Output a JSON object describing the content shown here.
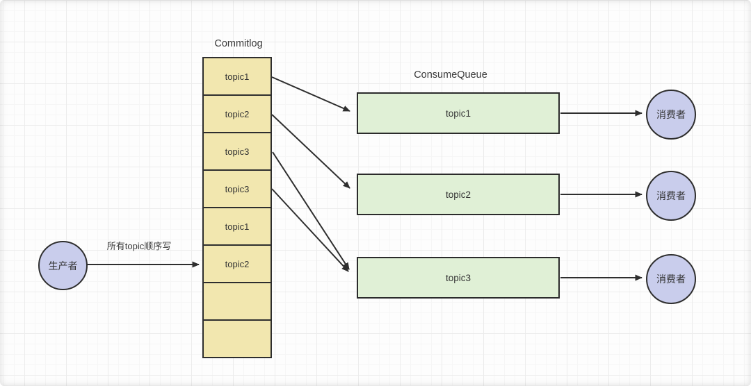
{
  "diagram": {
    "producer": {
      "label": "生产者"
    },
    "producer_arrow": {
      "label": "所有topic顺序写"
    },
    "commitlog": {
      "title": "Commitlog",
      "cells": [
        "topic1",
        "topic2",
        "topic3",
        "topic3",
        "topic1",
        "topic2",
        "",
        ""
      ]
    },
    "consume_queue": {
      "title": "ConsumeQueue",
      "queues": [
        {
          "label": "topic1"
        },
        {
          "label": "topic2"
        },
        {
          "label": "topic3"
        }
      ]
    },
    "consumers": [
      {
        "label": "消费者"
      },
      {
        "label": "消费者"
      },
      {
        "label": "消费者"
      }
    ],
    "edges": [
      {
        "from": "producer",
        "to": "commitlog-cell-6",
        "label": "所有topic顺序写"
      },
      {
        "from": "commitlog-cell-1-topic1",
        "to": "consume-queue-topic1",
        "label": ""
      },
      {
        "from": "commitlog-cell-2-topic2",
        "to": "consume-queue-topic2",
        "label": ""
      },
      {
        "from": "commitlog-cell-3-topic3",
        "to": "consume-queue-topic3",
        "label": ""
      },
      {
        "from": "commitlog-cell-4-topic3",
        "to": "consume-queue-topic3",
        "label": ""
      },
      {
        "from": "consume-queue-topic1",
        "to": "consumer-1",
        "label": ""
      },
      {
        "from": "consume-queue-topic2",
        "to": "consumer-2",
        "label": ""
      },
      {
        "from": "consume-queue-topic3",
        "to": "consumer-3",
        "label": ""
      }
    ],
    "colors": {
      "commitlog_fill": "#f2e7af",
      "queue_fill": "#e0f0d6",
      "actor_fill": "#c9cdec",
      "stroke": "#2e2e2e",
      "text": "#363636",
      "grid_major": "#ececec",
      "grid_minor": "#f6f6f6"
    }
  }
}
